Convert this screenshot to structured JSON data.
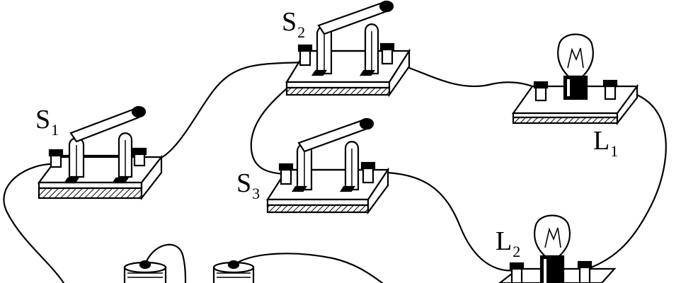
{
  "labels": {
    "s1": {
      "main": "S",
      "sub": "1"
    },
    "s2": {
      "main": "S",
      "sub": "2"
    },
    "s3": {
      "main": "S",
      "sub": "3"
    },
    "l1": {
      "main": "L",
      "sub": "1"
    },
    "l2": {
      "main": "L",
      "sub": "2"
    }
  },
  "colors": {
    "ink": "#000000",
    "paper": "#ffffff",
    "hatch": "#000000"
  },
  "components": [
    "switch-s1",
    "switch-s2",
    "switch-s3",
    "lamp-l1",
    "lamp-l2",
    "battery-cell-left",
    "battery-cell-right"
  ]
}
